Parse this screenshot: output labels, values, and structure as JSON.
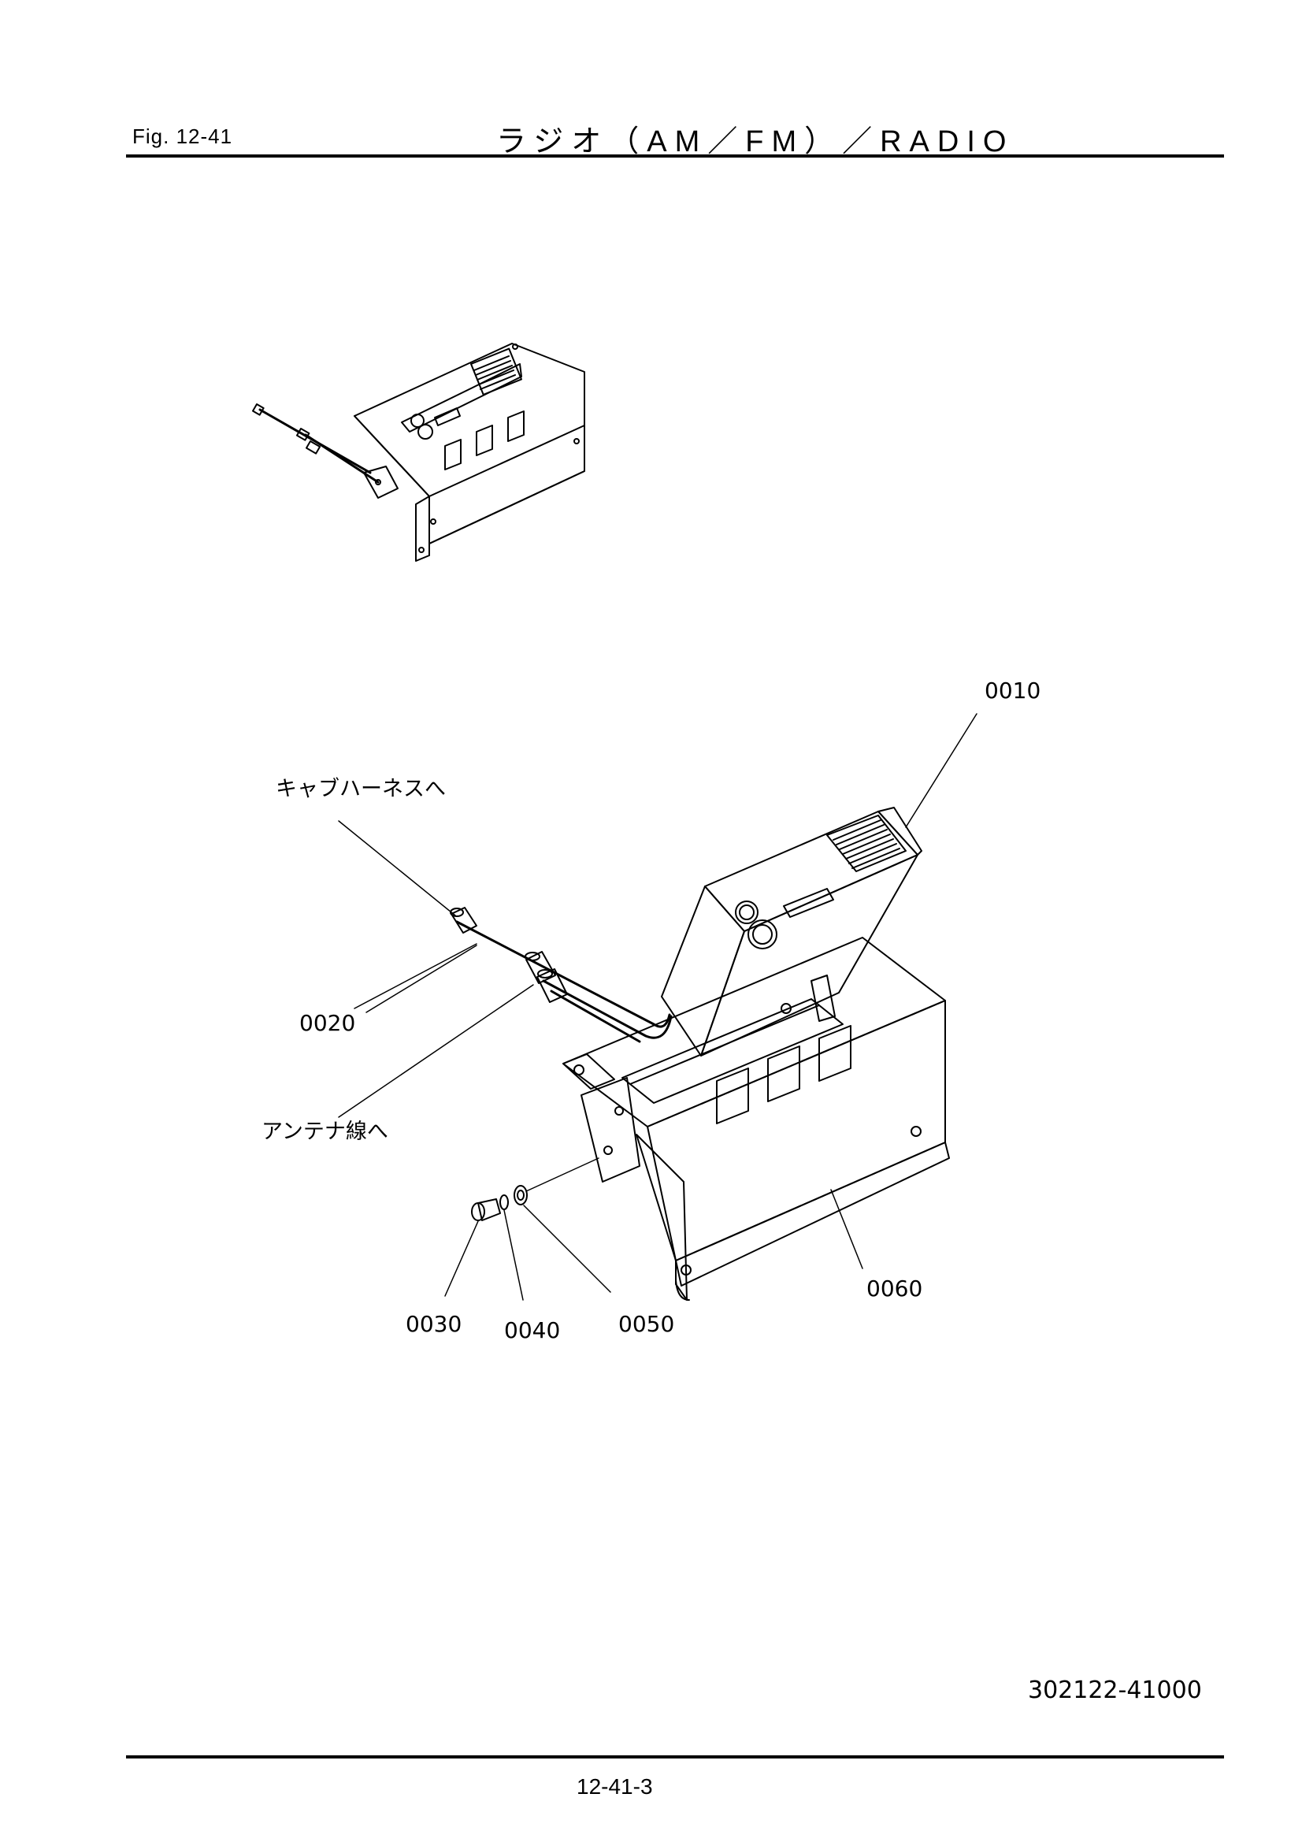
{
  "header": {
    "fig_label": "Fig.  12-41",
    "title": "ラジオ（AM／FM）／RADIO"
  },
  "diagram": {
    "callouts": {
      "p0010": "0010",
      "p0020": "0020",
      "p0030": "0030",
      "p0040": "0040",
      "p0050": "0050",
      "p0060": "0060"
    },
    "notes": {
      "cab_harness": "キャブハーネスへ",
      "antenna": "アンテナ線へ"
    }
  },
  "footer": {
    "doc_number": "302122-41000",
    "page_number": "12-41-3"
  }
}
